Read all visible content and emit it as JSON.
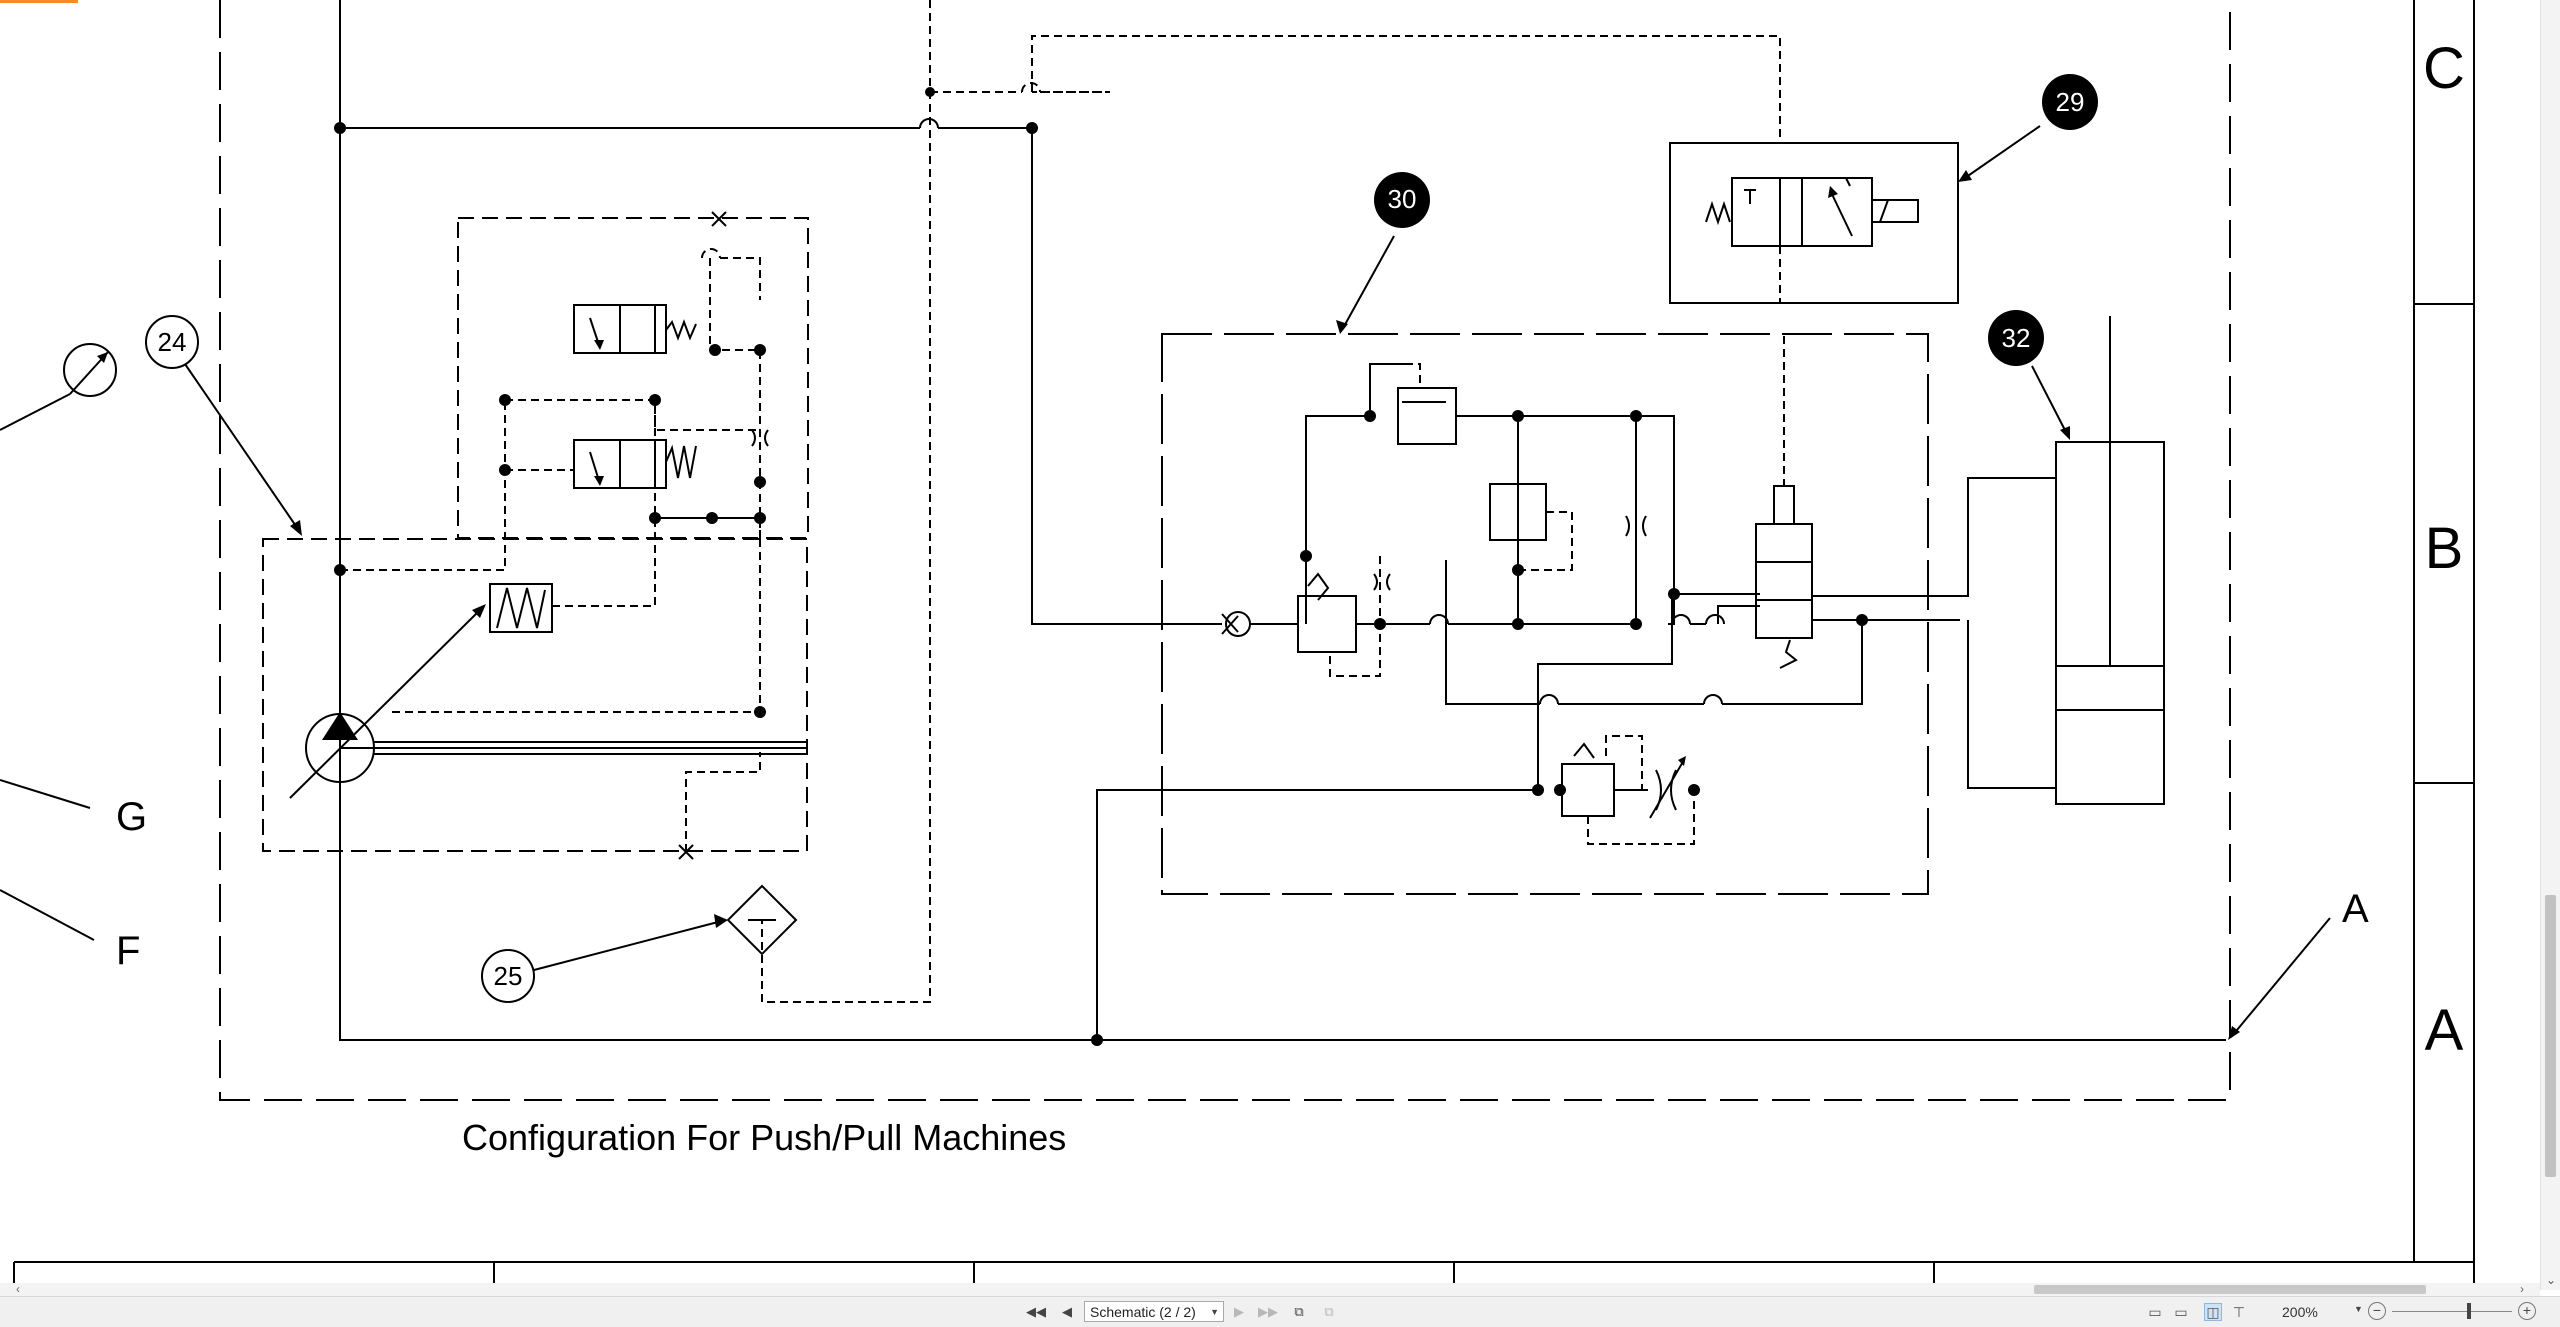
{
  "drawing": {
    "caption": "Configuration For Push/Pull Machines",
    "zone_labels": [
      "C",
      "B",
      "A"
    ],
    "callouts": {
      "c24": "24",
      "c25": "25",
      "c29": "29",
      "c30": "30",
      "c32": "32"
    },
    "port_labels": {
      "g": "G",
      "f": "F",
      "a": "A"
    }
  },
  "statusbar": {
    "page_select_value": "Schematic (2 / 2)",
    "zoom": "200%"
  },
  "icons": {
    "first_page": "first-page-icon",
    "prev_page": "prev-page-icon",
    "next_page": "next-page-icon",
    "last_page": "last-page-icon",
    "view_single": "single-page-view-icon",
    "view_continuous": "continuous-view-icon",
    "view_facing": "facing-view-icon",
    "view_split": "split-view-icon",
    "zoom_out": "zoom-out-icon",
    "zoom_in": "zoom-in-icon"
  }
}
